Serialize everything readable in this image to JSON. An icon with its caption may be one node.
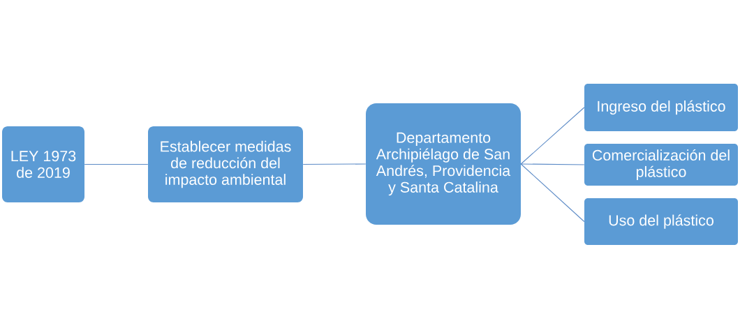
{
  "diagram": {
    "nodes": [
      {
        "text": [
          "LEY 1973 de 2019"
        ]
      },
      {
        "text": [
          "Establecer medidas de reducción del impacto ambiental"
        ]
      },
      {
        "text": [
          "Departamento Archipiélago de San Andrés, Providencia y Santa Catalina"
        ]
      },
      {
        "text": [
          "Ingreso del plástico"
        ]
      },
      {
        "text": [
          "Comercialización del plástico"
        ]
      },
      {
        "text": [
          "Uso del plástico"
        ]
      }
    ],
    "edges": [
      {
        "from": 0,
        "to": 1,
        "arrow": "none"
      },
      {
        "from": 1,
        "to": 2,
        "arrow": "none"
      },
      {
        "from": 2,
        "to": 3,
        "arrow": "none"
      },
      {
        "from": 2,
        "to": 4,
        "arrow": "none"
      },
      {
        "from": 2,
        "to": 5,
        "arrow": "none"
      }
    ]
  }
}
